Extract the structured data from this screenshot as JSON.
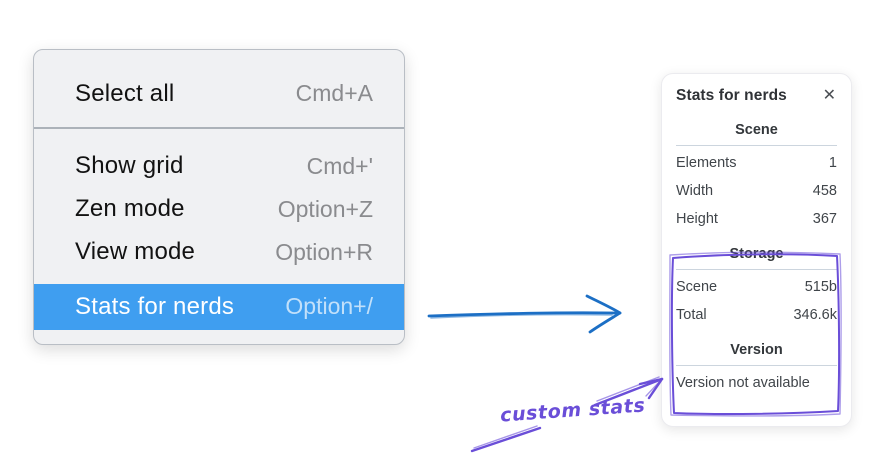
{
  "colors": {
    "menu_highlight": "#3f9ef0",
    "arrow_blue": "#1c6fc5",
    "annotation_purple": "#6a4ed8"
  },
  "menu": {
    "sections": [
      {
        "items": [
          {
            "label": "Select all",
            "shortcut": "Cmd+A"
          }
        ]
      },
      {
        "items": [
          {
            "label": "Show grid",
            "shortcut": "Cmd+'"
          },
          {
            "label": "Zen mode",
            "shortcut": "Option+Z"
          },
          {
            "label": "View mode",
            "shortcut": "Option+R"
          },
          {
            "label": "Stats for nerds",
            "shortcut": "Option+/"
          }
        ]
      }
    ]
  },
  "stats_panel": {
    "title": "Stats for nerds",
    "close_icon": "✕",
    "sections": [
      {
        "heading": "Scene",
        "rows": [
          {
            "label": "Elements",
            "value": "1"
          },
          {
            "label": "Width",
            "value": "458"
          },
          {
            "label": "Height",
            "value": "367"
          }
        ]
      },
      {
        "heading": "Storage",
        "rows": [
          {
            "label": "Scene",
            "value": "515b"
          },
          {
            "label": "Total",
            "value": "346.6k"
          }
        ]
      },
      {
        "heading": "Version",
        "note": "Version not available"
      }
    ]
  },
  "annotations": {
    "label": "custom stats"
  }
}
